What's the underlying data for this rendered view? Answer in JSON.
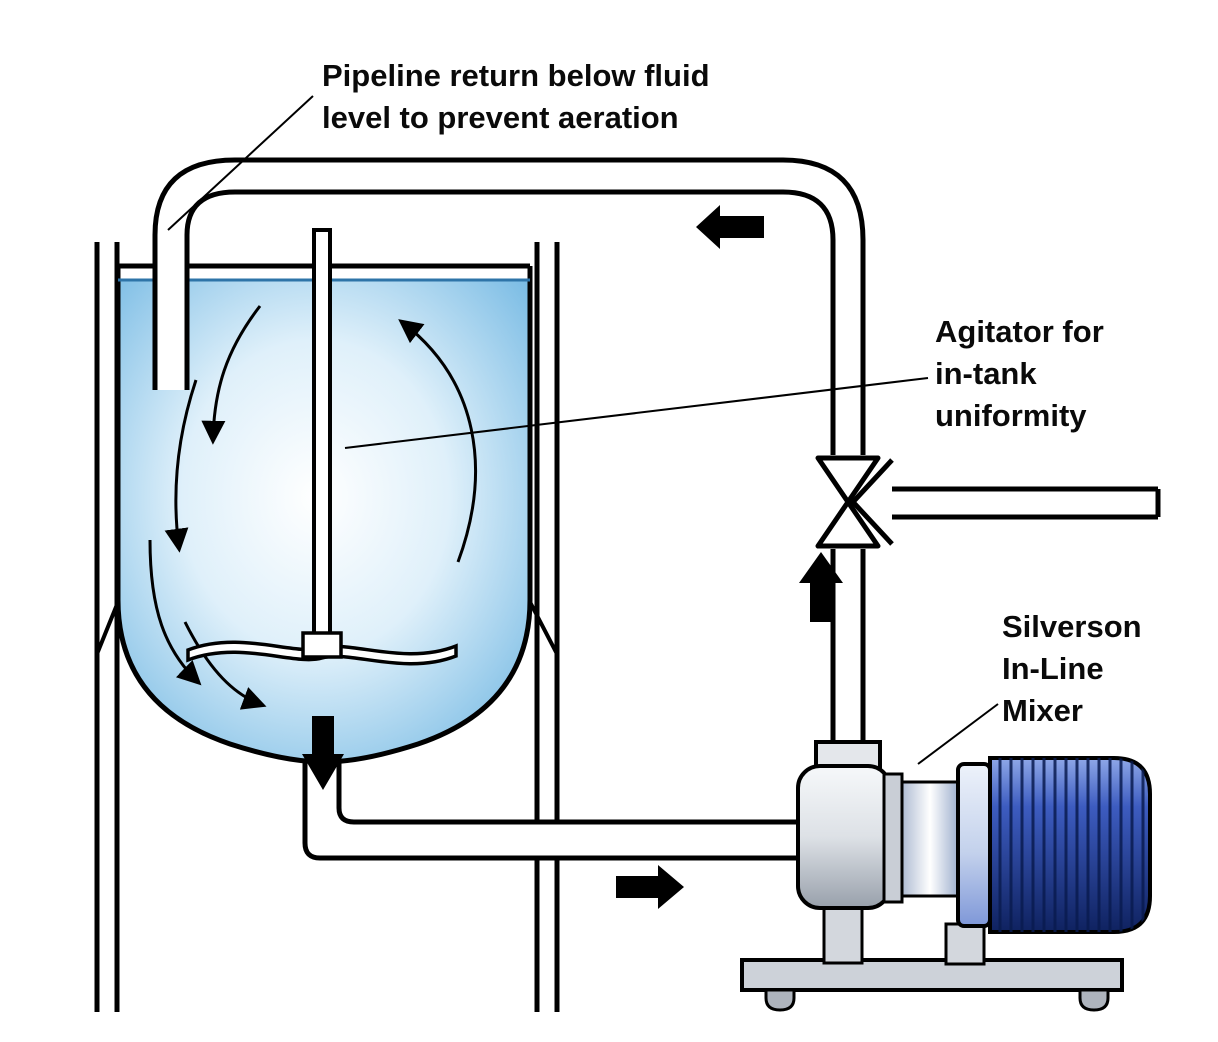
{
  "labels": {
    "pipeline_return": {
      "line1": "Pipeline return below fluid",
      "line2": "level to prevent aeration"
    },
    "agitator": {
      "line1": "Agitator for",
      "line2": "in-tank",
      "line3": "uniformity"
    },
    "inline_mixer": {
      "line1": "Silverson",
      "line2": "In-Line",
      "line3": "Mixer"
    }
  },
  "colors": {
    "line": "#000000",
    "fluid_edge": "#6FB6E2",
    "fluid_center": "#FFFFFF",
    "motor_top": "#8FA8E8",
    "motor_bottom": "#0F2260",
    "metal": "#CDD2D9",
    "background": "#FFFFFF"
  }
}
